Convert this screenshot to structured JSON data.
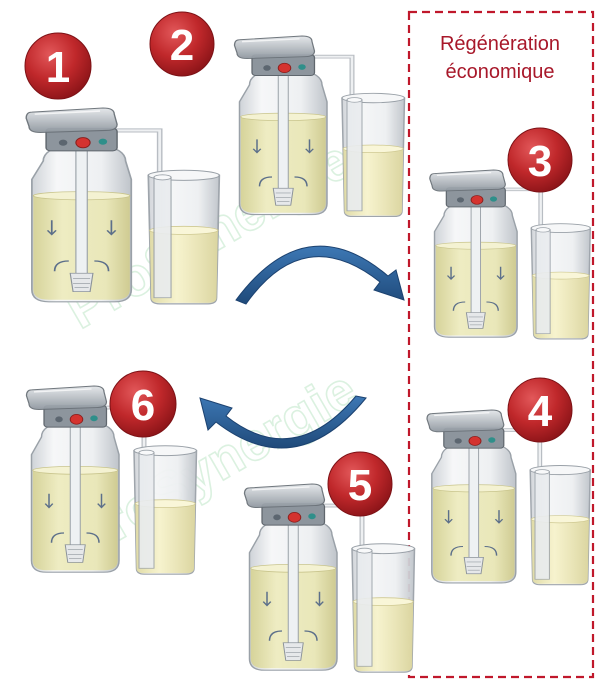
{
  "box": {
    "line1": "Régénération",
    "line2": "économique"
  },
  "steps": [
    "1",
    "2",
    "3",
    "4",
    "5",
    "6"
  ],
  "watermark": "ProSynergie",
  "colors": {
    "badge": "#c0282b",
    "dashed_box": "#c0182b",
    "arrow": "#2b5d93",
    "title_text": "#a8182a",
    "resin_liquid": "#e8e6b4",
    "brine_liquid": "#f2edbc",
    "watermark": "#bfe6c8"
  }
}
